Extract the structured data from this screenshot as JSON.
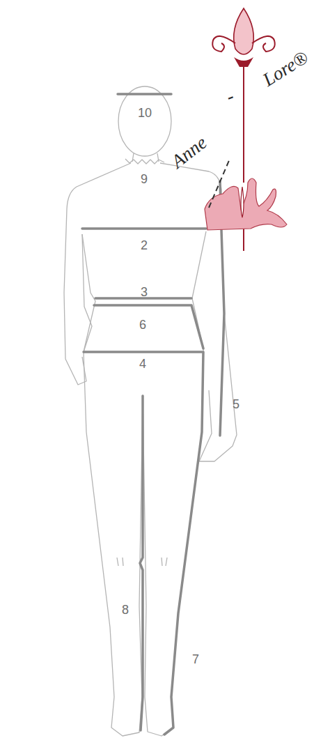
{
  "diagram": {
    "labels": [
      "10",
      "9",
      "2",
      "3",
      "6",
      "4",
      "5",
      "8",
      "7",
      "Anne",
      "-",
      "Lore®"
    ]
  }
}
